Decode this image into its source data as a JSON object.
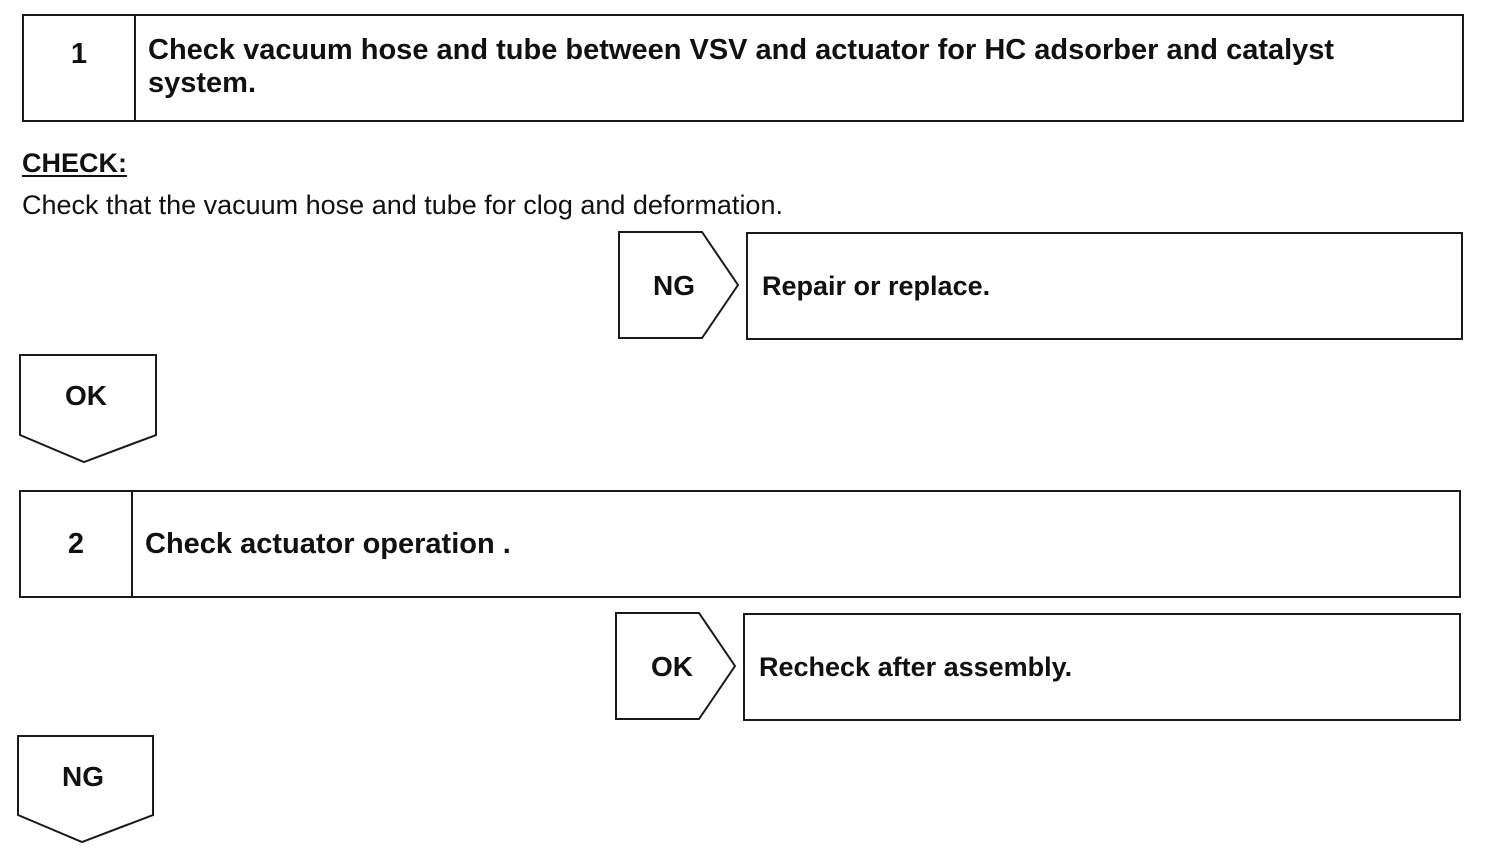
{
  "step1": {
    "number": "1",
    "title": "Check vacuum hose and tube between VSV and actuator for HC adsorber and catalyst system."
  },
  "check": {
    "heading": "CHECK:",
    "text": "Check that the vacuum hose and tube for clog and deformation."
  },
  "branch1": {
    "label": "NG",
    "result": "Repair or replace."
  },
  "down1": {
    "label": "OK"
  },
  "step2": {
    "number": "2",
    "title": "Check actuator operation ."
  },
  "branch2": {
    "label": "OK",
    "result": "Recheck after assembly."
  },
  "down2": {
    "label": "NG"
  }
}
